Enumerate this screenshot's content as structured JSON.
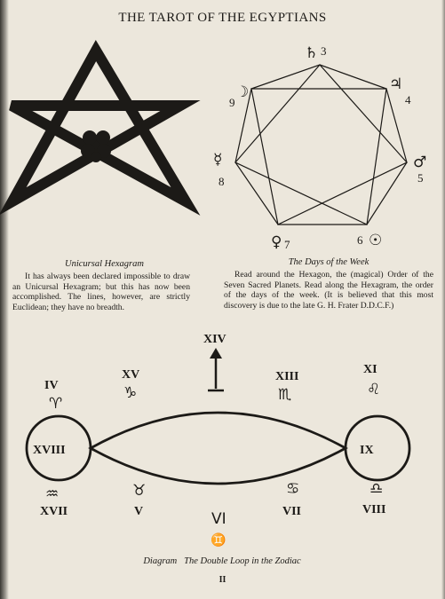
{
  "header": {
    "title": "THE TAROT OF THE EGYPTIANS"
  },
  "figure_left": {
    "caption": "Unicursal Hexagram",
    "text": "It has always been declared impossible to draw an Unicursal Hexagram; but this has now been accomplished. The lines, however, are strictly Euclidean; they have no breadth."
  },
  "figure_right": {
    "caption": "The Days of the Week",
    "text": "Read around the Hexagon, the (magical) Order of the Seven Sacred Planets. Read along the Hexagram, the order of the days of the week. (It is believed that this most discovery is due to the late G. H. Frater D.D.C.F.)",
    "vertices": [
      {
        "symbol": "♄",
        "number": "3"
      },
      {
        "symbol": "♃",
        "number": "4"
      },
      {
        "symbol": "♂",
        "number": "5"
      },
      {
        "symbol": "☉",
        "number": "6"
      },
      {
        "symbol": "♀",
        "number": "7"
      },
      {
        "symbol": "☿",
        "number": "8"
      },
      {
        "symbol": "☽",
        "number": "9"
      }
    ]
  },
  "figure_bottom": {
    "caption": "Diagram   The Double Loop in the Zodiac",
    "top_label": "XIV",
    "left_circle": "XVIII",
    "right_circle": "IX",
    "labels": [
      {
        "roman": "IV",
        "sign": "♈"
      },
      {
        "roman": "XV",
        "sign": "♑"
      },
      {
        "roman": "XIII",
        "sign": "♏"
      },
      {
        "roman": "XI",
        "sign": "♌"
      },
      {
        "roman": "XVII",
        "sign": "♒"
      },
      {
        "roman": "V",
        "sign": "♉"
      },
      {
        "roman": "VI",
        "sign": "♊"
      },
      {
        "roman": "VII",
        "sign": "♋"
      },
      {
        "roman": "VIII",
        "sign": "♎"
      }
    ]
  },
  "footer": {
    "page_number": "II"
  }
}
